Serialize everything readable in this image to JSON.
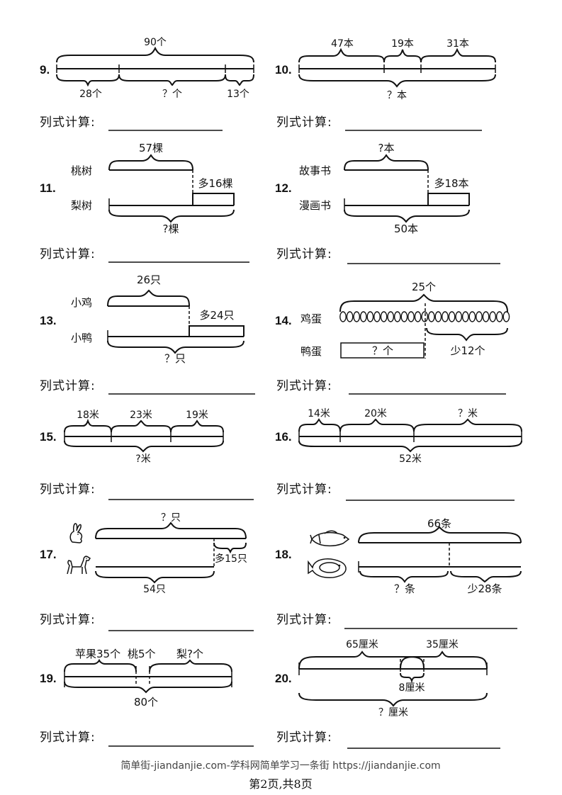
{
  "formula_label": "列式计算:",
  "problems": {
    "p9": {
      "num": "9.",
      "total": "90个",
      "parts": [
        "28个",
        "？个",
        "13个"
      ]
    },
    "p10": {
      "num": "10.",
      "parts": [
        "47本",
        "19本",
        "31本"
      ],
      "total": "？本"
    },
    "p11": {
      "num": "11.",
      "row1": "桃树",
      "row2": "梨树",
      "top": "57棵",
      "more": "多16棵",
      "bottom": "?棵"
    },
    "p12": {
      "num": "12.",
      "row1": "故事书",
      "row2": "漫画书",
      "top": "?本",
      "more": "多18本",
      "bottom": "50本"
    },
    "p13": {
      "num": "13.",
      "row1": "小鸡",
      "row2": "小鸭",
      "top": "26只",
      "more": "多24只",
      "bottom": "？只"
    },
    "p14": {
      "num": "14.",
      "row1": "鸡蛋",
      "row2": "鸭蛋",
      "top": "25个",
      "box": "？个",
      "less": "少12个"
    },
    "p15": {
      "num": "15.",
      "parts": [
        "18米",
        "23米",
        "19米"
      ],
      "total": "?米"
    },
    "p16": {
      "num": "16.",
      "parts": [
        "14米",
        "20米",
        "？米"
      ],
      "total": "52米"
    },
    "p17": {
      "num": "17.",
      "top": "？只",
      "more": "多15只",
      "bottom": "54只"
    },
    "p18": {
      "num": "18.",
      "top": "66条",
      "left": "？条",
      "less": "少28条"
    },
    "p19": {
      "num": "19.",
      "top_left": "苹果35个",
      "top_mid": "桃5个",
      "top_right": "梨?个",
      "total": "80个"
    },
    "p20": {
      "num": "20.",
      "left": "65厘米",
      "right": "35厘米",
      "overlap": "8厘米",
      "total": "？厘米"
    }
  },
  "icons": [
    "rabbit-icon",
    "dog-icon",
    "fish-icon",
    "flatfish-icon"
  ],
  "footer": {
    "source": "简单街-jiandanjie.com-学科网简单学习一条街 https://jiandanjie.com",
    "page": "第2页,共8页"
  }
}
